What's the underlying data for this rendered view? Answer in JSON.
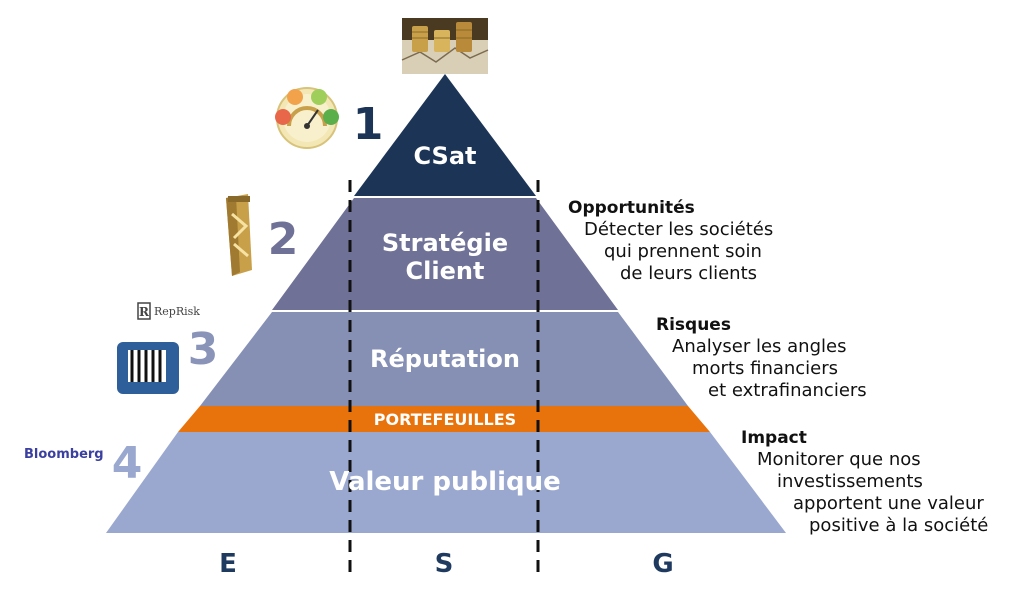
{
  "levels": [
    {
      "number": "1",
      "label": "CSat",
      "color": "#1c3557",
      "number_color": "#1c3557"
    },
    {
      "number": "2",
      "label_line1": "Stratégie",
      "label_line2": "Client",
      "color": "#6f7196",
      "number_color": "#6f7196"
    },
    {
      "number": "3",
      "label": "Réputation",
      "color": "#8590b4",
      "number_color": "#8a94b8"
    },
    {
      "number": "4",
      "label": "Valeur publique",
      "color": "#9aa8cf",
      "number_color": "#9aa8cf"
    }
  ],
  "band": {
    "label": "PORTEFEUILLES",
    "color": "#e8730c"
  },
  "axis_labels": [
    "E",
    "S",
    "G"
  ],
  "annotations": [
    {
      "head": "Opportunités",
      "lines": [
        "Détecter les sociétés",
        "qui prennent soin",
        "de leurs clients"
      ]
    },
    {
      "head": "Risques",
      "lines": [
        "Analyser les angles",
        "morts financiers",
        "et extrafinanciers"
      ]
    },
    {
      "head": "Impact",
      "lines": [
        "Monitorer que nos",
        "investissements",
        "apportent une valeur",
        "positive à la société"
      ]
    }
  ],
  "logos": {
    "reprisk": "RepRisk",
    "bloomberg": "Bloomberg"
  },
  "icons": [
    "coins-photo-icon",
    "satisfaction-gauge-icon",
    "gold-wrapper-icon",
    "zebra-logo-icon"
  ]
}
